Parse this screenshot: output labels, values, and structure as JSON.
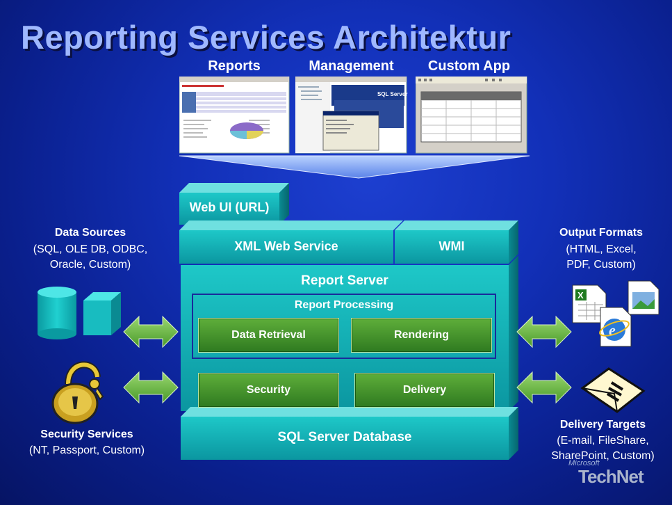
{
  "title": "Reporting Services Architektur",
  "clients": [
    {
      "label": "Reports"
    },
    {
      "label": "Management"
    },
    {
      "label": "Custom App"
    }
  ],
  "server": {
    "web_ui": "Web UI (URL)",
    "xml_web_service": "XML Web Service",
    "wmi": "WMI",
    "report_server": "Report Server",
    "report_processing": "Report Processing",
    "data_retrieval": "Data Retrieval",
    "rendering": "Rendering",
    "security": "Security",
    "delivery": "Delivery",
    "database": "SQL Server Database"
  },
  "data_sources": {
    "heading": "Data Sources",
    "line1": "(SQL, OLE DB, ODBC,",
    "line2": "Oracle, Custom)"
  },
  "security_services": {
    "heading": "Security Services",
    "line1": "(NT, Passport, Custom)"
  },
  "output_formats": {
    "heading": "Output Formats",
    "line1": "(HTML, Excel,",
    "line2": "PDF, Custom)"
  },
  "delivery_targets": {
    "heading": "Delivery Targets",
    "line1": "(E-mail, FileShare,",
    "line2": "SharePoint, Custom)"
  },
  "logo": {
    "small": "Microsoft",
    "main": "TechNet"
  },
  "sql_server_badge": "SQL Server"
}
